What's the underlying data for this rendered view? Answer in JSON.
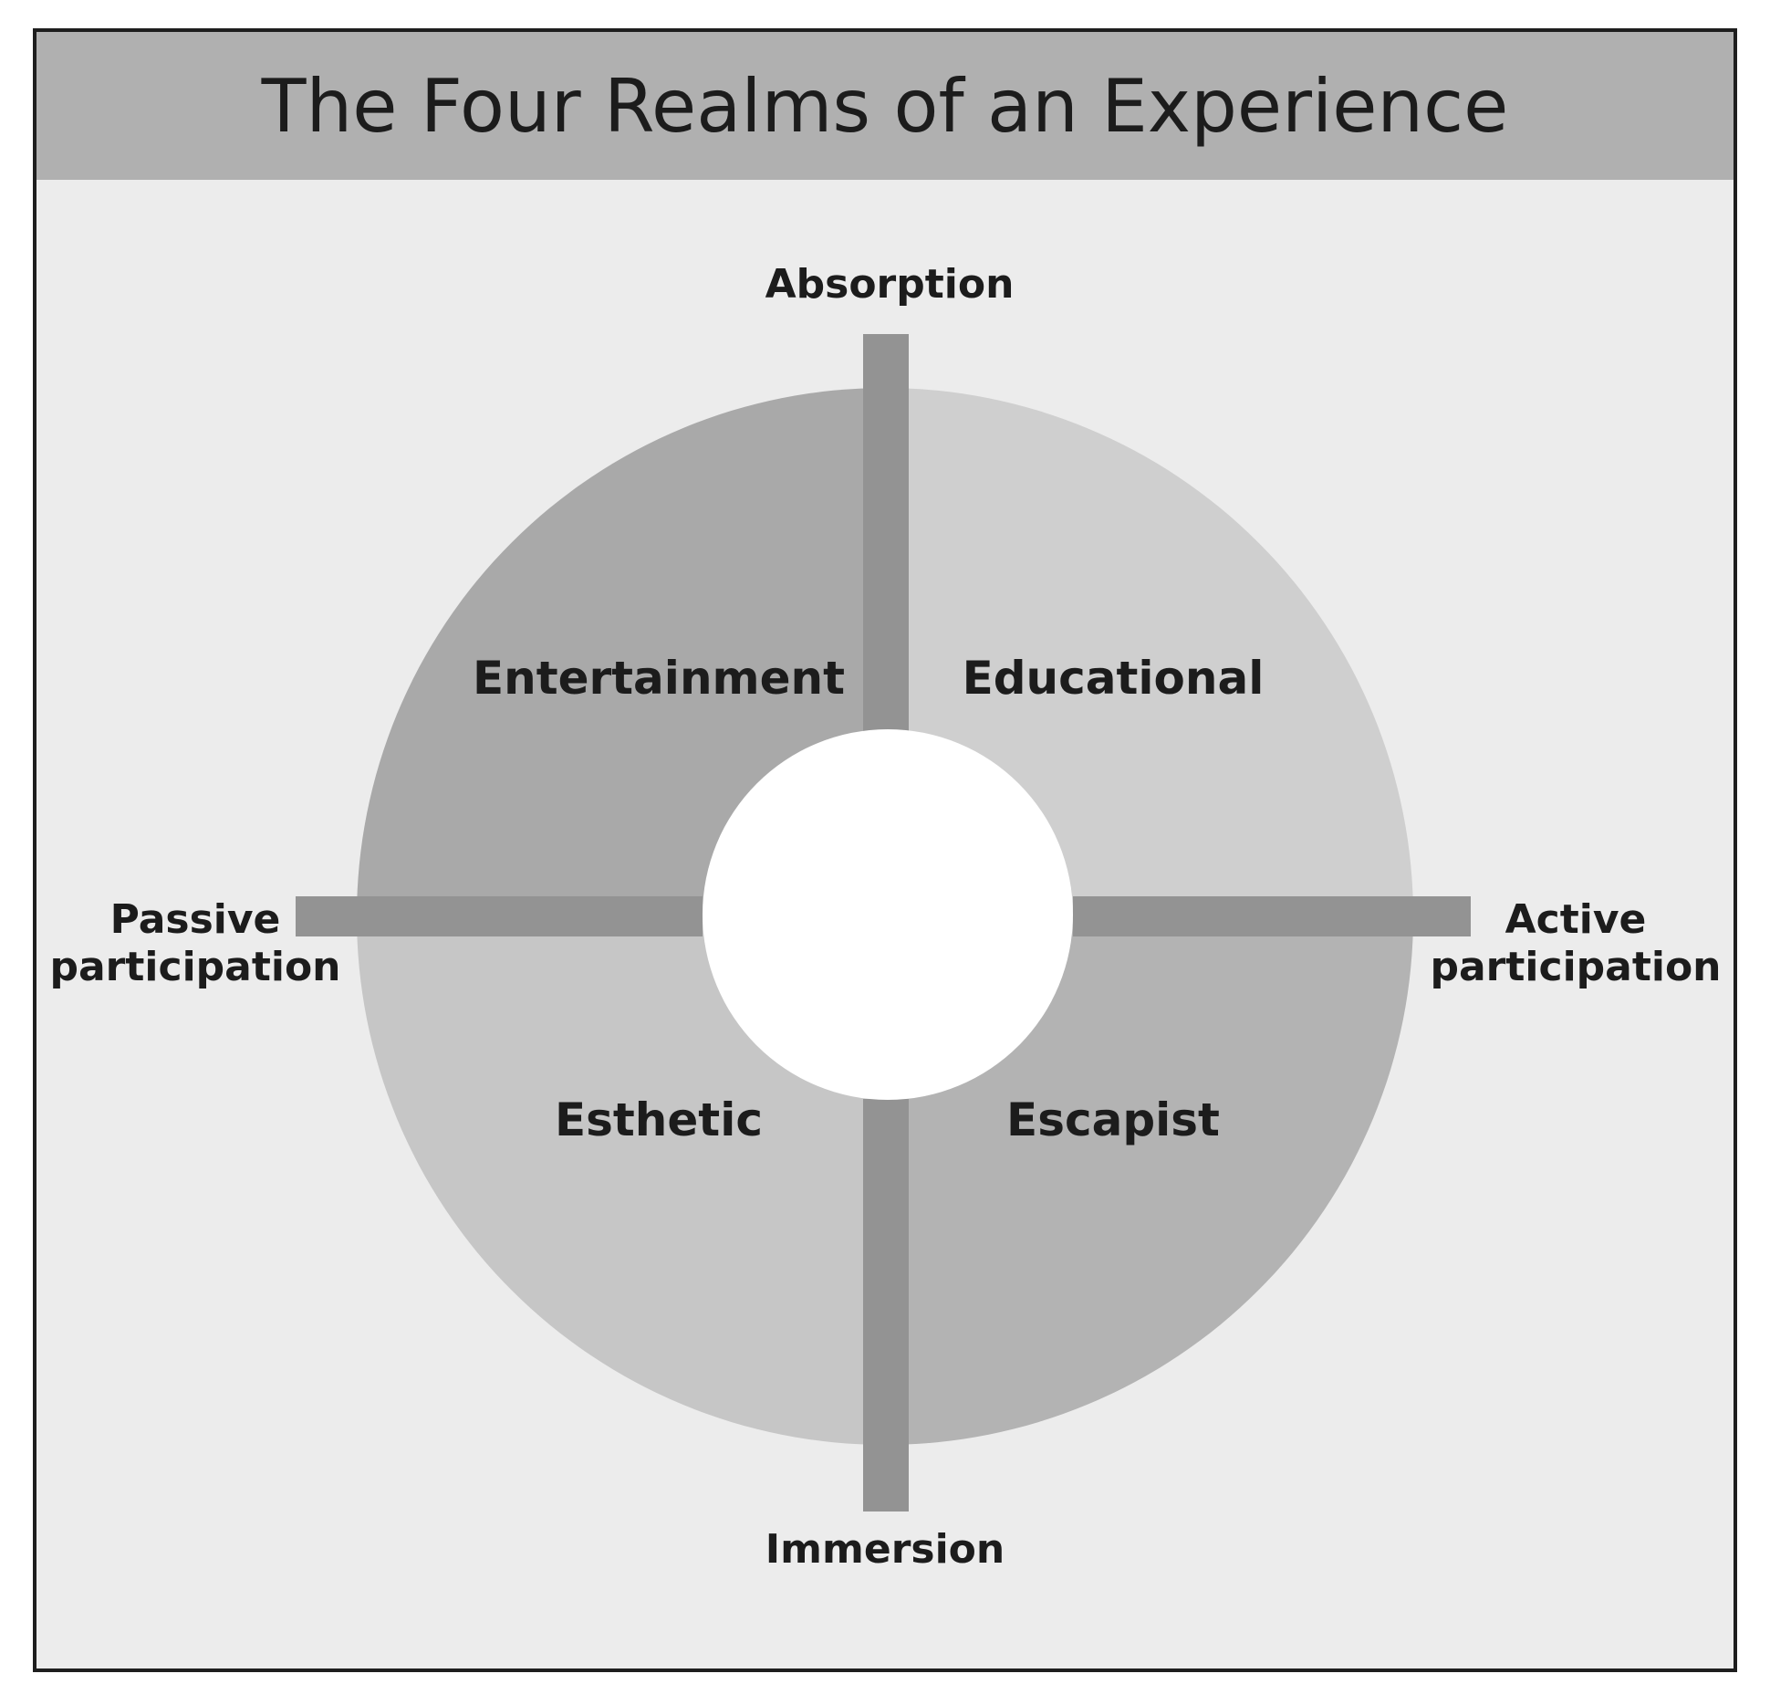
{
  "title": "The Four Realms of an Experience",
  "axes": {
    "top": "Absorption",
    "bottom": "Immersion",
    "left": [
      "Passive",
      "participation"
    ],
    "right": [
      "Active",
      "participation"
    ]
  },
  "realms": {
    "top_left": "Entertainment",
    "top_right": "Educational",
    "bottom_left": "Esthetic",
    "bottom_right": "Escapist"
  },
  "colors": {
    "background": "#ececec",
    "title_bar": "#b0b0b0",
    "quadrant_dark": "#a9a9a9",
    "quadrant_light": "#cfcfcf",
    "quadrant_bottom_left": "#c6c6c6",
    "quadrant_bottom_right": "#b3b3b3",
    "axis_bar": "#939393",
    "center": "#ffffff"
  }
}
